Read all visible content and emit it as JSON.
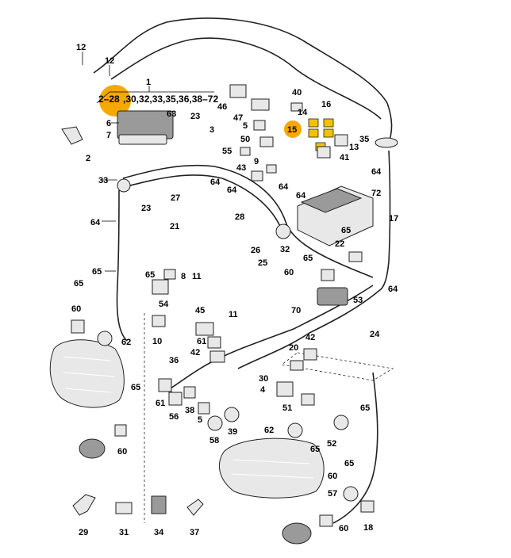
{
  "diagram": {
    "highlight_color": "#f5a800",
    "connector_color": "#f2c200",
    "labels": [
      {
        "id": "l12a",
        "text": "12"
      },
      {
        "id": "l12b",
        "text": "12"
      },
      {
        "id": "l1",
        "text": "1"
      },
      {
        "id": "lrange",
        "text": "2–28"
      },
      {
        "id": "lrange2",
        "text": ",30,32,33,35,36,38–72"
      },
      {
        "id": "l40",
        "text": "40"
      },
      {
        "id": "l46",
        "text": "46"
      },
      {
        "id": "l16",
        "text": "16"
      },
      {
        "id": "l63",
        "text": "63"
      },
      {
        "id": "l6",
        "text": "6"
      },
      {
        "id": "l23a",
        "text": "23"
      },
      {
        "id": "l47",
        "text": "47"
      },
      {
        "id": "l14",
        "text": "14"
      },
      {
        "id": "l15",
        "text": "15"
      },
      {
        "id": "l3",
        "text": "3"
      },
      {
        "id": "l5",
        "text": "5"
      },
      {
        "id": "l7",
        "text": "7"
      },
      {
        "id": "l50",
        "text": "50"
      },
      {
        "id": "l35",
        "text": "35"
      },
      {
        "id": "l13",
        "text": "13"
      },
      {
        "id": "l2",
        "text": "2"
      },
      {
        "id": "l55",
        "text": "55"
      },
      {
        "id": "l41",
        "text": "41"
      },
      {
        "id": "l43",
        "text": "43"
      },
      {
        "id": "l9",
        "text": "9"
      },
      {
        "id": "l64a",
        "text": "64"
      },
      {
        "id": "l33",
        "text": "33"
      },
      {
        "id": "l64b",
        "text": "64"
      },
      {
        "id": "l64c",
        "text": "64"
      },
      {
        "id": "l64d",
        "text": "64"
      },
      {
        "id": "l64e",
        "text": "64"
      },
      {
        "id": "l72",
        "text": "72"
      },
      {
        "id": "l27",
        "text": "27"
      },
      {
        "id": "l23b",
        "text": "23"
      },
      {
        "id": "l28",
        "text": "28"
      },
      {
        "id": "l17",
        "text": "17"
      },
      {
        "id": "l64f",
        "text": "64"
      },
      {
        "id": "l21",
        "text": "21"
      },
      {
        "id": "l65a",
        "text": "65"
      },
      {
        "id": "l22",
        "text": "22"
      },
      {
        "id": "l32",
        "text": "32"
      },
      {
        "id": "l26",
        "text": "26"
      },
      {
        "id": "l65b",
        "text": "65"
      },
      {
        "id": "l25",
        "text": "25"
      },
      {
        "id": "l65c",
        "text": "65"
      },
      {
        "id": "l65d",
        "text": "65"
      },
      {
        "id": "l8",
        "text": "8"
      },
      {
        "id": "l60a",
        "text": "60"
      },
      {
        "id": "l65e",
        "text": "65"
      },
      {
        "id": "l11a",
        "text": "11"
      },
      {
        "id": "l54",
        "text": "54"
      },
      {
        "id": "l64g",
        "text": "64"
      },
      {
        "id": "l53",
        "text": "53"
      },
      {
        "id": "l60b",
        "text": "60"
      },
      {
        "id": "l45",
        "text": "45"
      },
      {
        "id": "l70",
        "text": "70"
      },
      {
        "id": "l11b",
        "text": "11"
      },
      {
        "id": "l62",
        "text": "62"
      },
      {
        "id": "l10",
        "text": "10"
      },
      {
        "id": "l24",
        "text": "24"
      },
      {
        "id": "l61a",
        "text": "61"
      },
      {
        "id": "l42a",
        "text": "42"
      },
      {
        "id": "l42b",
        "text": "42"
      },
      {
        "id": "l20",
        "text": "20"
      },
      {
        "id": "l36",
        "text": "36"
      },
      {
        "id": "l30",
        "text": "30"
      },
      {
        "id": "l65f",
        "text": "65"
      },
      {
        "id": "l4",
        "text": "4"
      },
      {
        "id": "l61b",
        "text": "61"
      },
      {
        "id": "l56",
        "text": "56"
      },
      {
        "id": "l38",
        "text": "38"
      },
      {
        "id": "l5b",
        "text": "5"
      },
      {
        "id": "l51",
        "text": "51"
      },
      {
        "id": "l65g",
        "text": "65"
      },
      {
        "id": "l39",
        "text": "39"
      },
      {
        "id": "l58",
        "text": "58"
      },
      {
        "id": "l62b",
        "text": "62"
      },
      {
        "id": "l52",
        "text": "52"
      },
      {
        "id": "l60c",
        "text": "60"
      },
      {
        "id": "l65h",
        "text": "65"
      },
      {
        "id": "l65i",
        "text": "65"
      },
      {
        "id": "l60d",
        "text": "60"
      },
      {
        "id": "l57",
        "text": "57"
      },
      {
        "id": "l29",
        "text": "29"
      },
      {
        "id": "l31",
        "text": "31"
      },
      {
        "id": "l34",
        "text": "34"
      },
      {
        "id": "l37",
        "text": "37"
      },
      {
        "id": "l60e",
        "text": "60"
      },
      {
        "id": "l18",
        "text": "18"
      }
    ]
  }
}
